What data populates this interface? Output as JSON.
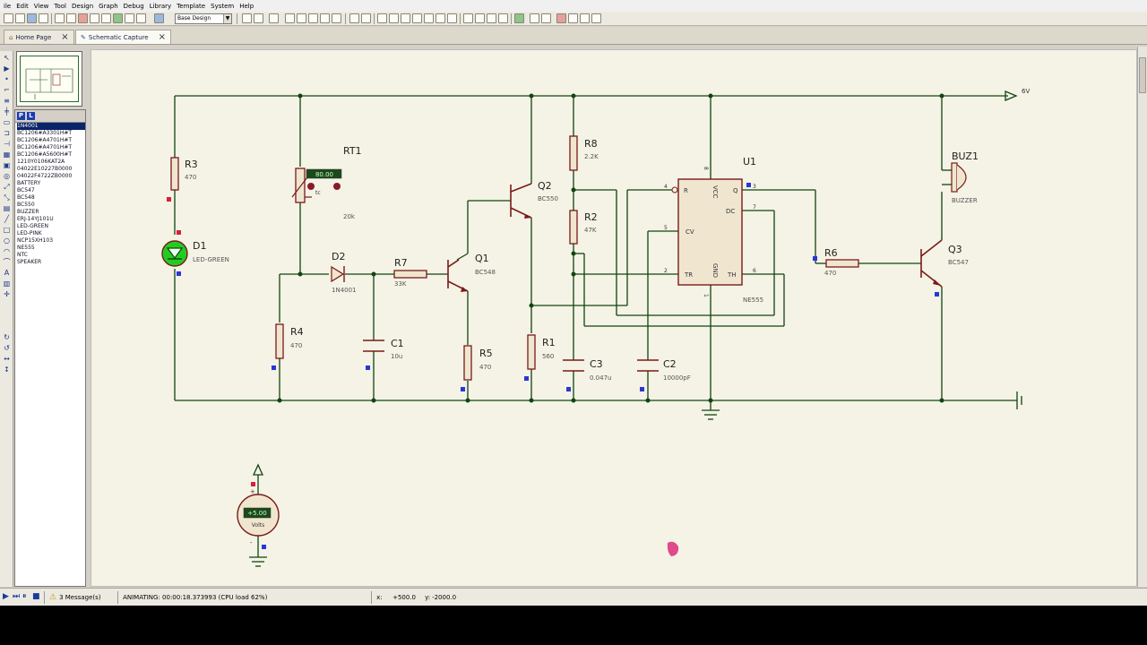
{
  "menu": [
    "ile",
    "Edit",
    "View",
    "Tool",
    "Design",
    "Graph",
    "Debug",
    "Library",
    "Template",
    "System",
    "Help"
  ],
  "toolbar": {
    "design_select": "Base Design"
  },
  "tabs": [
    {
      "label": "Home Page",
      "active": false
    },
    {
      "label": "Schematic Capture",
      "active": true
    }
  ],
  "device_panel": {
    "p_label": "P",
    "l_label": "L",
    "selected": "1N4001",
    "devices": [
      "1N4001",
      "BC1206#A3301H#T",
      "BC1206#A4701H#T",
      "BC1206#A4701H#T",
      "BC1206#A5600H#T",
      "1210Y0106KAT2A",
      "04022E10227B0000",
      "04022F4722ZB0000",
      "BATTERY",
      "BC547",
      "BC548",
      "BC550",
      "BUZZER",
      "ERJ-14YJ101U",
      "LED-GREEN",
      "LED-PINK",
      "NCP15XH103",
      "NE555",
      "NTC",
      "SPEAKER"
    ]
  },
  "schematic": {
    "power_label": "6V",
    "components": {
      "R3": {
        "ref": "R3",
        "value": "470"
      },
      "D1": {
        "ref": "D1",
        "value": "LED-GREEN"
      },
      "RT1": {
        "ref": "RT1",
        "value": "20k",
        "display": "80.00",
        "tc": "tc"
      },
      "R4": {
        "ref": "R4",
        "value": "470"
      },
      "D2": {
        "ref": "D2",
        "value": "1N4001"
      },
      "C1": {
        "ref": "C1",
        "value": "10u"
      },
      "R7": {
        "ref": "R7",
        "value": "33K"
      },
      "Q1": {
        "ref": "Q1",
        "value": "BC548"
      },
      "R5": {
        "ref": "R5",
        "value": "470"
      },
      "Q2": {
        "ref": "Q2",
        "value": "BC550"
      },
      "R1": {
        "ref": "R1",
        "value": "560"
      },
      "R8": {
        "ref": "R8",
        "value": "2.2K"
      },
      "R2": {
        "ref": "R2",
        "value": "47K"
      },
      "C3": {
        "ref": "C3",
        "value": "0.047u"
      },
      "C2": {
        "ref": "C2",
        "value": "10000pF"
      },
      "U1": {
        "ref": "U1",
        "value": "NE555",
        "pins": {
          "r": "R",
          "vcc": "VCC",
          "q": "Q",
          "dc": "DC",
          "cv": "CV",
          "tr": "TR",
          "gnd": "GND",
          "th": "TH"
        },
        "pin_numbers": {
          "p4": "4",
          "p8": "8",
          "p3": "3",
          "p7": "7",
          "p5": "5",
          "p2": "2",
          "p6": "6",
          "p1": "1"
        }
      },
      "R6": {
        "ref": "R6",
        "value": "470"
      },
      "Q3": {
        "ref": "Q3",
        "value": "BC547"
      },
      "BUZ1": {
        "ref": "BUZ1",
        "value": "BUZZER"
      }
    },
    "voltmeter": {
      "display": "+5.00",
      "unit": "Volts",
      "plus": "+",
      "minus": "-"
    }
  },
  "status": {
    "messages": "3 Message(s)",
    "animating": "ANIMATING: 00:00:18.373993 (CPU load 62%)",
    "x_label": "x:",
    "x_value": "+500.0",
    "y_label": "y:",
    "y_value": "-2000.0"
  },
  "colors": {
    "wire": "#114411",
    "component": "#7a1a1a",
    "body_fill": "#f0e6d0",
    "pin_red": "#d8203a",
    "pin_blue": "#2a36d8",
    "led_green": "#22cc22",
    "sheet": "#f4f3e5"
  }
}
